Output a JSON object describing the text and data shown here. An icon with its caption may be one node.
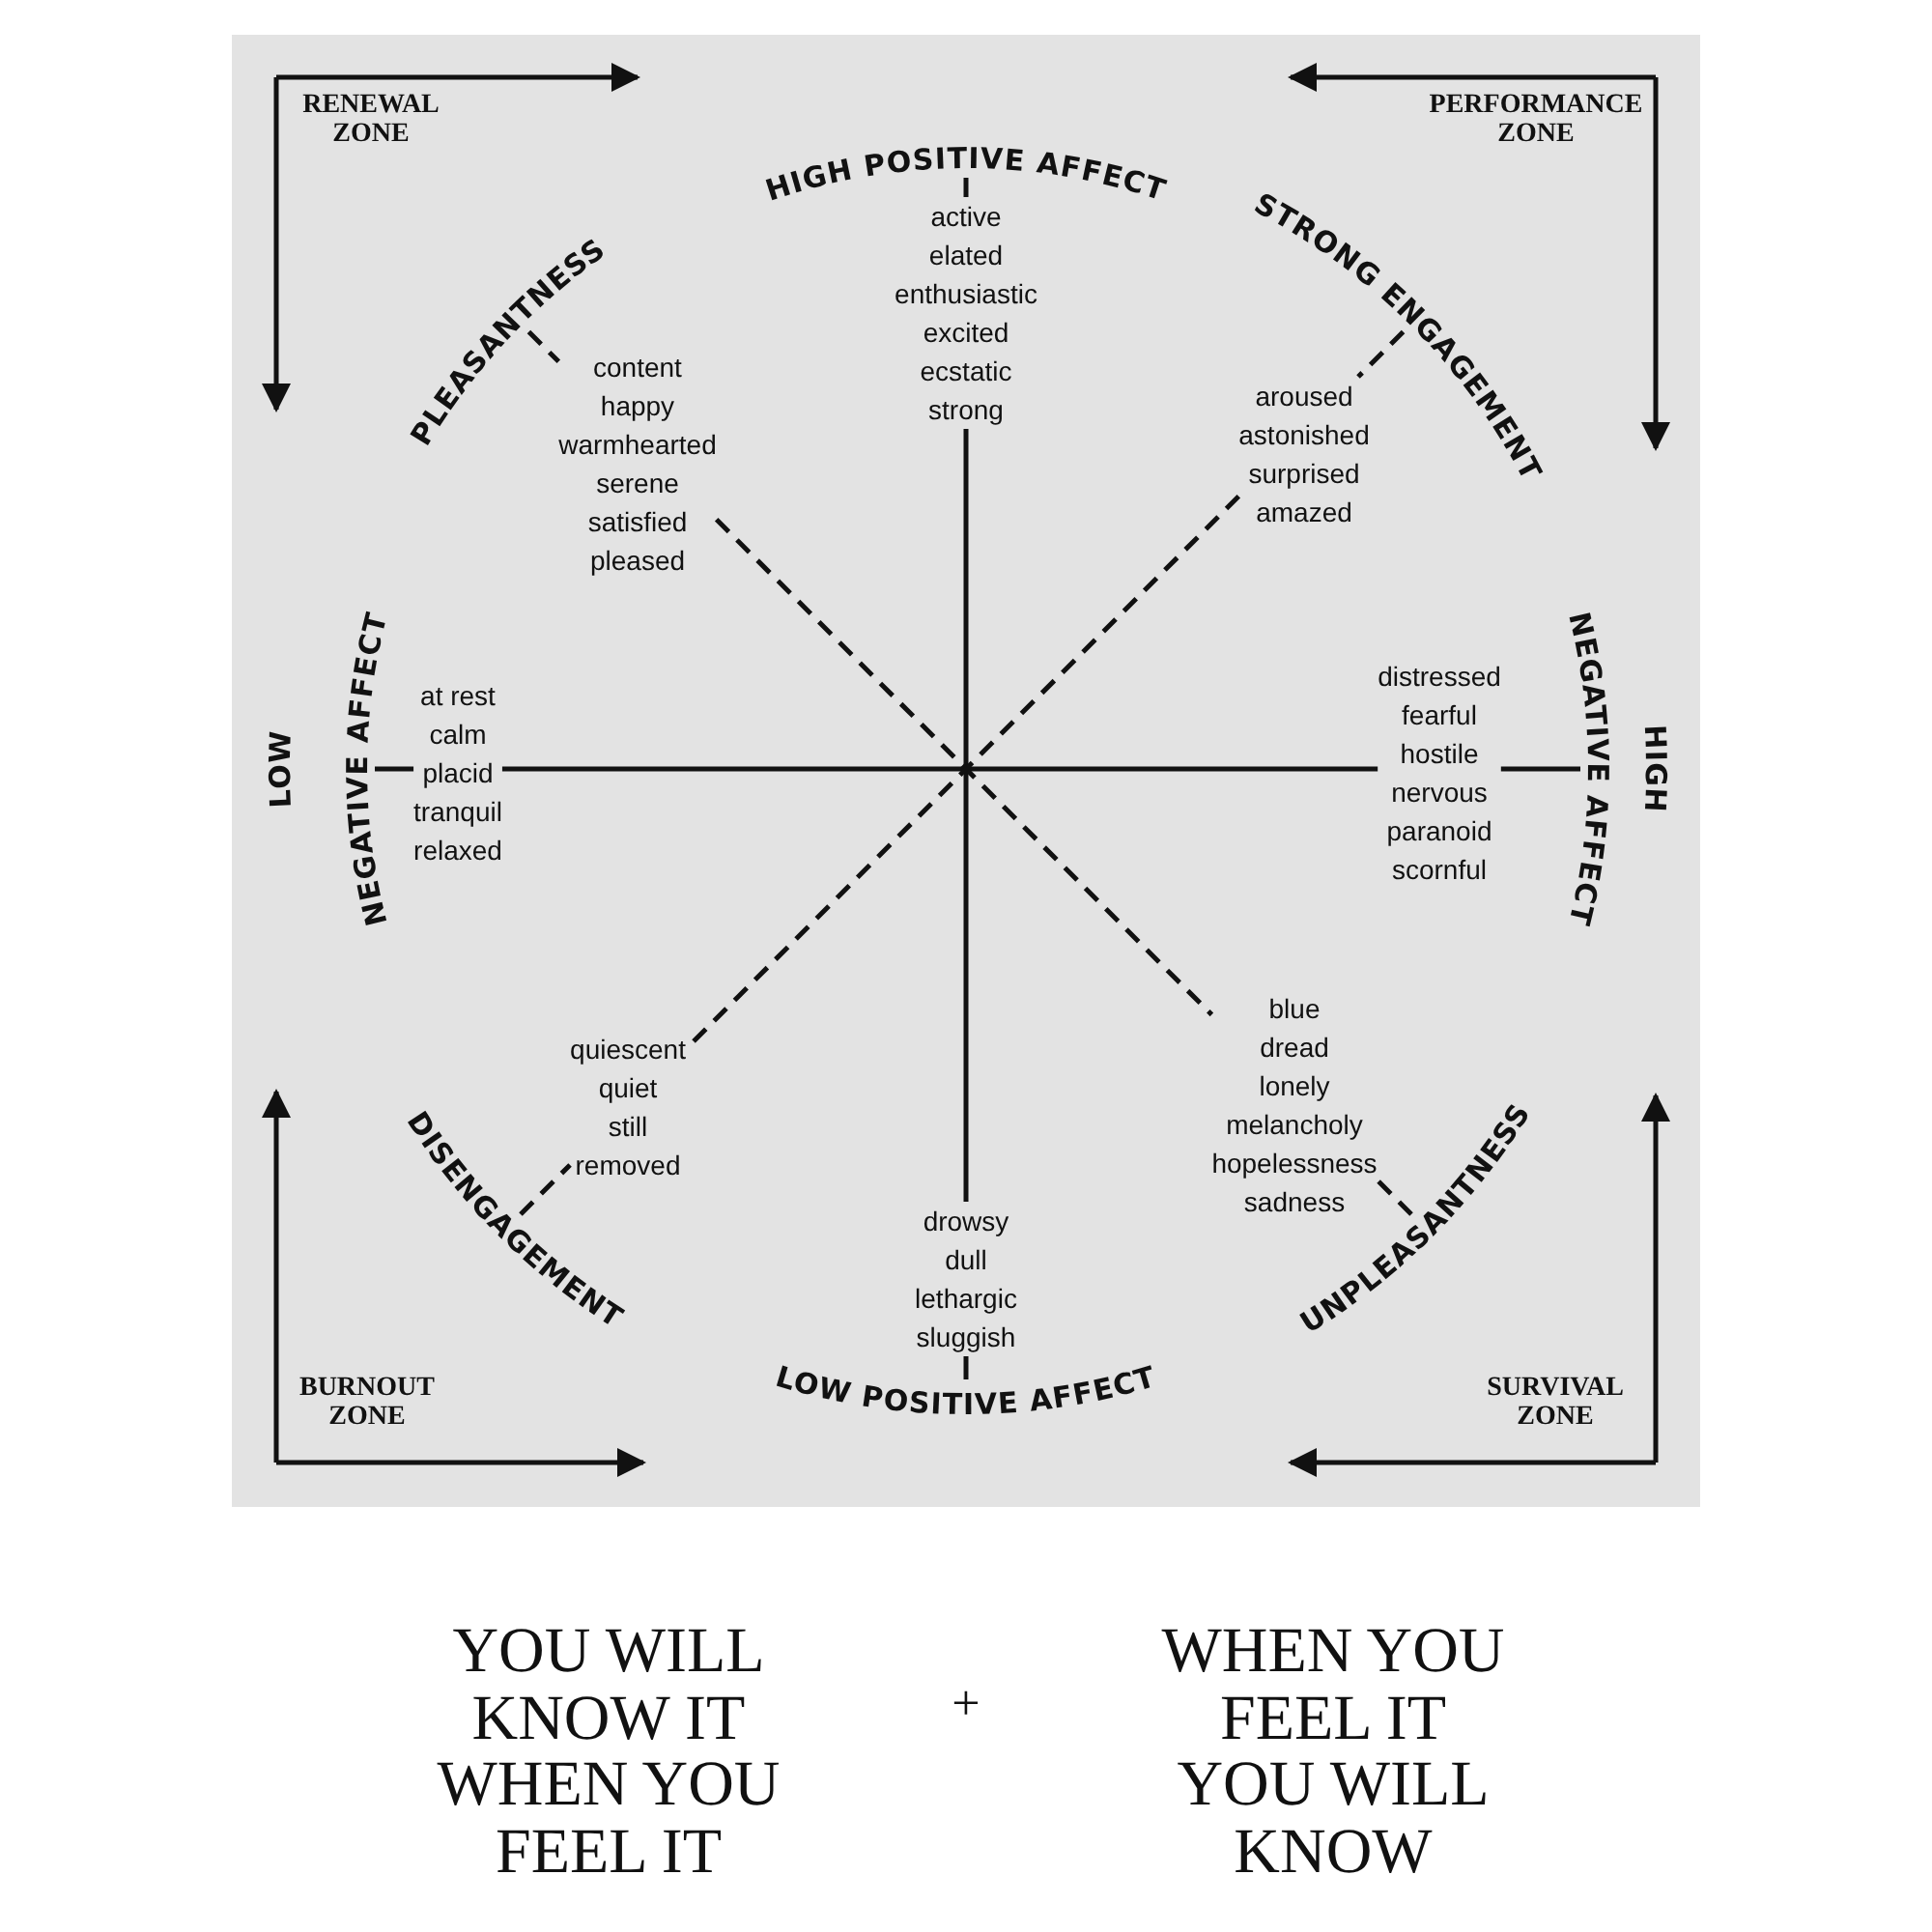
{
  "diagram": {
    "nodes": [
      {
        "text": [
          "HIGH POSITIVE AFFECT"
        ]
      },
      {
        "text": [
          "active",
          "elated",
          "enthusiastic",
          "excited",
          "ecstatic",
          "strong"
        ]
      },
      {
        "text": [
          "PLEASANTNESS"
        ]
      },
      {
        "text": [
          "STRONG ENGAGEMENT"
        ]
      },
      {
        "text": [
          "content",
          "happy",
          "warmhearted",
          "serene",
          "satisfied",
          "pleased"
        ]
      },
      {
        "text": [
          "aroused",
          "astonished",
          "surprised",
          "amazed"
        ]
      },
      {
        "text": [
          "LOW",
          "NEGATIVE AFFECT"
        ]
      },
      {
        "text": [
          "at rest",
          "calm",
          "placid",
          "tranquil",
          "relaxed"
        ]
      },
      {
        "text": [
          "distressed",
          "fearful",
          "hostile",
          "nervous",
          "paranoid",
          "scornful"
        ]
      },
      {
        "text": [
          "NEGATIVE AFFECT",
          "HIGH"
        ]
      },
      {
        "text": [
          "quiescent",
          "quiet",
          "still",
          "removed"
        ]
      },
      {
        "text": [
          "blue",
          "dread",
          "lonely",
          "melancholy",
          "hopelessness",
          "sadness"
        ]
      },
      {
        "text": [
          "DISENGAGEMENT"
        ]
      },
      {
        "text": [
          "UNPLEASANTNESS"
        ]
      },
      {
        "text": [
          "drowsy",
          "dull",
          "lethargic",
          "sluggish"
        ]
      },
      {
        "text": [
          "LOW POSITIVE AFFECT"
        ]
      }
    ],
    "edges": [
      {
        "from": 0,
        "to": 1,
        "arrow": "none"
      },
      {
        "from": 2,
        "to": 4,
        "arrow": "none",
        "style": "dashed"
      },
      {
        "from": 3,
        "to": 5,
        "arrow": "none",
        "style": "dashed"
      },
      {
        "from": 6,
        "to": 7,
        "arrow": "none"
      },
      {
        "from": 9,
        "to": 8,
        "arrow": "none"
      },
      {
        "from": 1,
        "to": 14,
        "arrow": "none"
      },
      {
        "from": 7,
        "to": 8,
        "arrow": "none"
      },
      {
        "from": 4,
        "to": 11,
        "arrow": "none",
        "style": "dashed"
      },
      {
        "from": 5,
        "to": 10,
        "arrow": "none",
        "style": "dashed"
      },
      {
        "from": 12,
        "to": 10,
        "arrow": "none",
        "style": "dashed"
      },
      {
        "from": 13,
        "to": 11,
        "arrow": "none",
        "style": "dashed"
      },
      {
        "from": 15,
        "to": 14,
        "arrow": "none"
      }
    ],
    "labels": [
      "RENEWAL ZONE",
      "PERFORMANCE ZONE",
      "BURNOUT ZONE",
      "SURVIVAL ZONE",
      "YOU WILL KNOW IT WHEN YOU FEEL IT",
      "+",
      "WHEN YOU FEEL IT YOU WILL KNOW"
    ]
  }
}
